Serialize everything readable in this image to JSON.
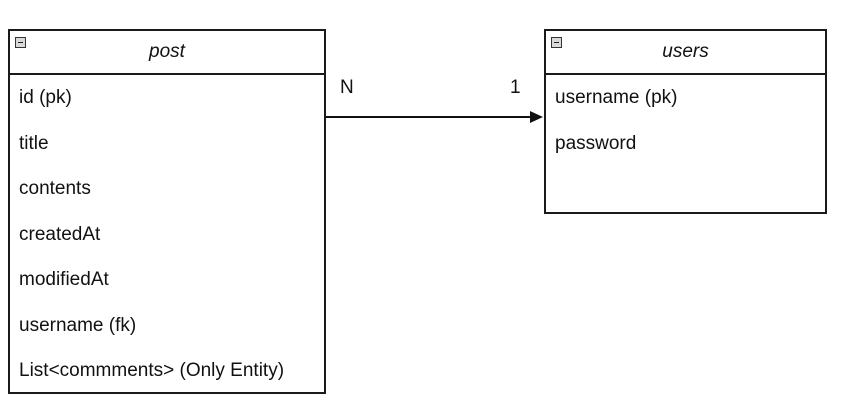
{
  "entities": {
    "post": {
      "title": "post",
      "fields": [
        "id (pk)",
        "title",
        "contents",
        "createdAt",
        "modifiedAt",
        "username (fk)",
        "List<commments> (Only Entity)"
      ]
    },
    "users": {
      "title": "users",
      "fields": [
        "username (pk)",
        "password"
      ]
    }
  },
  "relationship": {
    "from": "post",
    "to": "users",
    "from_cardinality": "N",
    "to_cardinality": "1"
  }
}
